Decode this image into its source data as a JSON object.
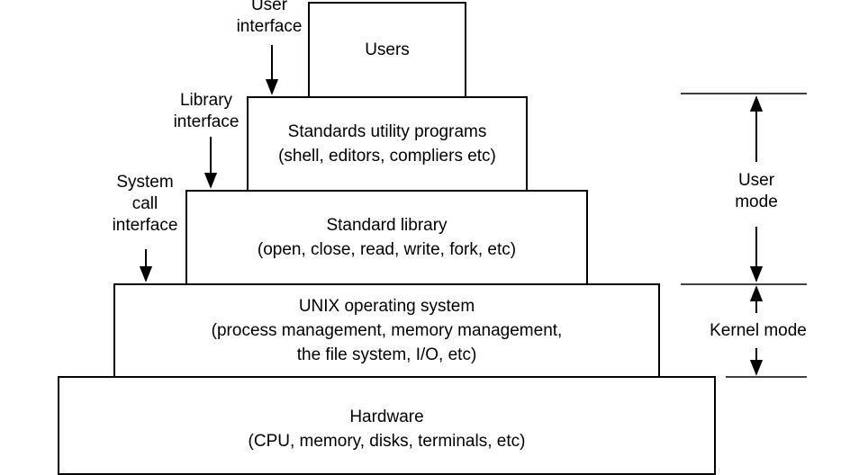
{
  "layers": {
    "users": {
      "line1": "Users"
    },
    "utilities": {
      "line1": "Standards utility programs",
      "line2": "(shell, editors, compliers etc)"
    },
    "library": {
      "line1": "Standard library",
      "line2": "(open, close, read, write, fork, etc)"
    },
    "os": {
      "line1": "UNIX operating system",
      "line2": "(process management, memory management,",
      "line3": "the file system, I/O, etc)"
    },
    "hardware": {
      "line1": "Hardware",
      "line2": "(CPU, memory, disks, terminals, etc)"
    }
  },
  "interfaces": {
    "user": {
      "line1": "User",
      "line2": "interface"
    },
    "library": {
      "line1": "Library",
      "line2": "interface"
    },
    "syscall": {
      "line1": "System",
      "line2": "call",
      "line3": "interface"
    }
  },
  "modes": {
    "user": {
      "line1": "User",
      "line2": "mode"
    },
    "kernel": {
      "line1": "Kernel mode"
    }
  }
}
